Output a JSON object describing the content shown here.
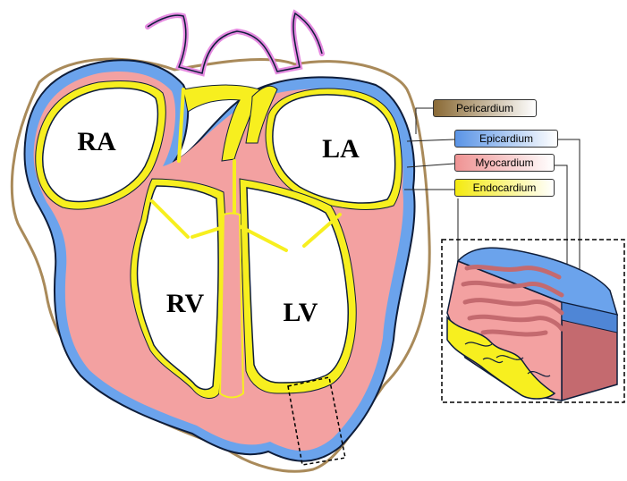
{
  "chambers": {
    "ra": "RA",
    "la": "LA",
    "rv": "RV",
    "lv": "LV"
  },
  "layers": [
    {
      "id": "pericardium",
      "label": "Pericardium",
      "color": "#9a7a45"
    },
    {
      "id": "epicardium",
      "label": "Epicardium",
      "color": "#6aa2ea"
    },
    {
      "id": "myocardium",
      "label": "Myocardium",
      "color": "#f29c9c"
    },
    {
      "id": "endocardium",
      "label": "Endocardium",
      "color": "#f7ef1f"
    }
  ],
  "colors": {
    "outline": "#0e1d3a",
    "pericardium": "#a98a5a",
    "epicardium": "#6ba3ec",
    "myocardium": "#f3a1a1",
    "myocardium_dark": "#c46a6f",
    "endocardium": "#f7ef1f",
    "great_vessel_pink": "#e58ae0"
  }
}
